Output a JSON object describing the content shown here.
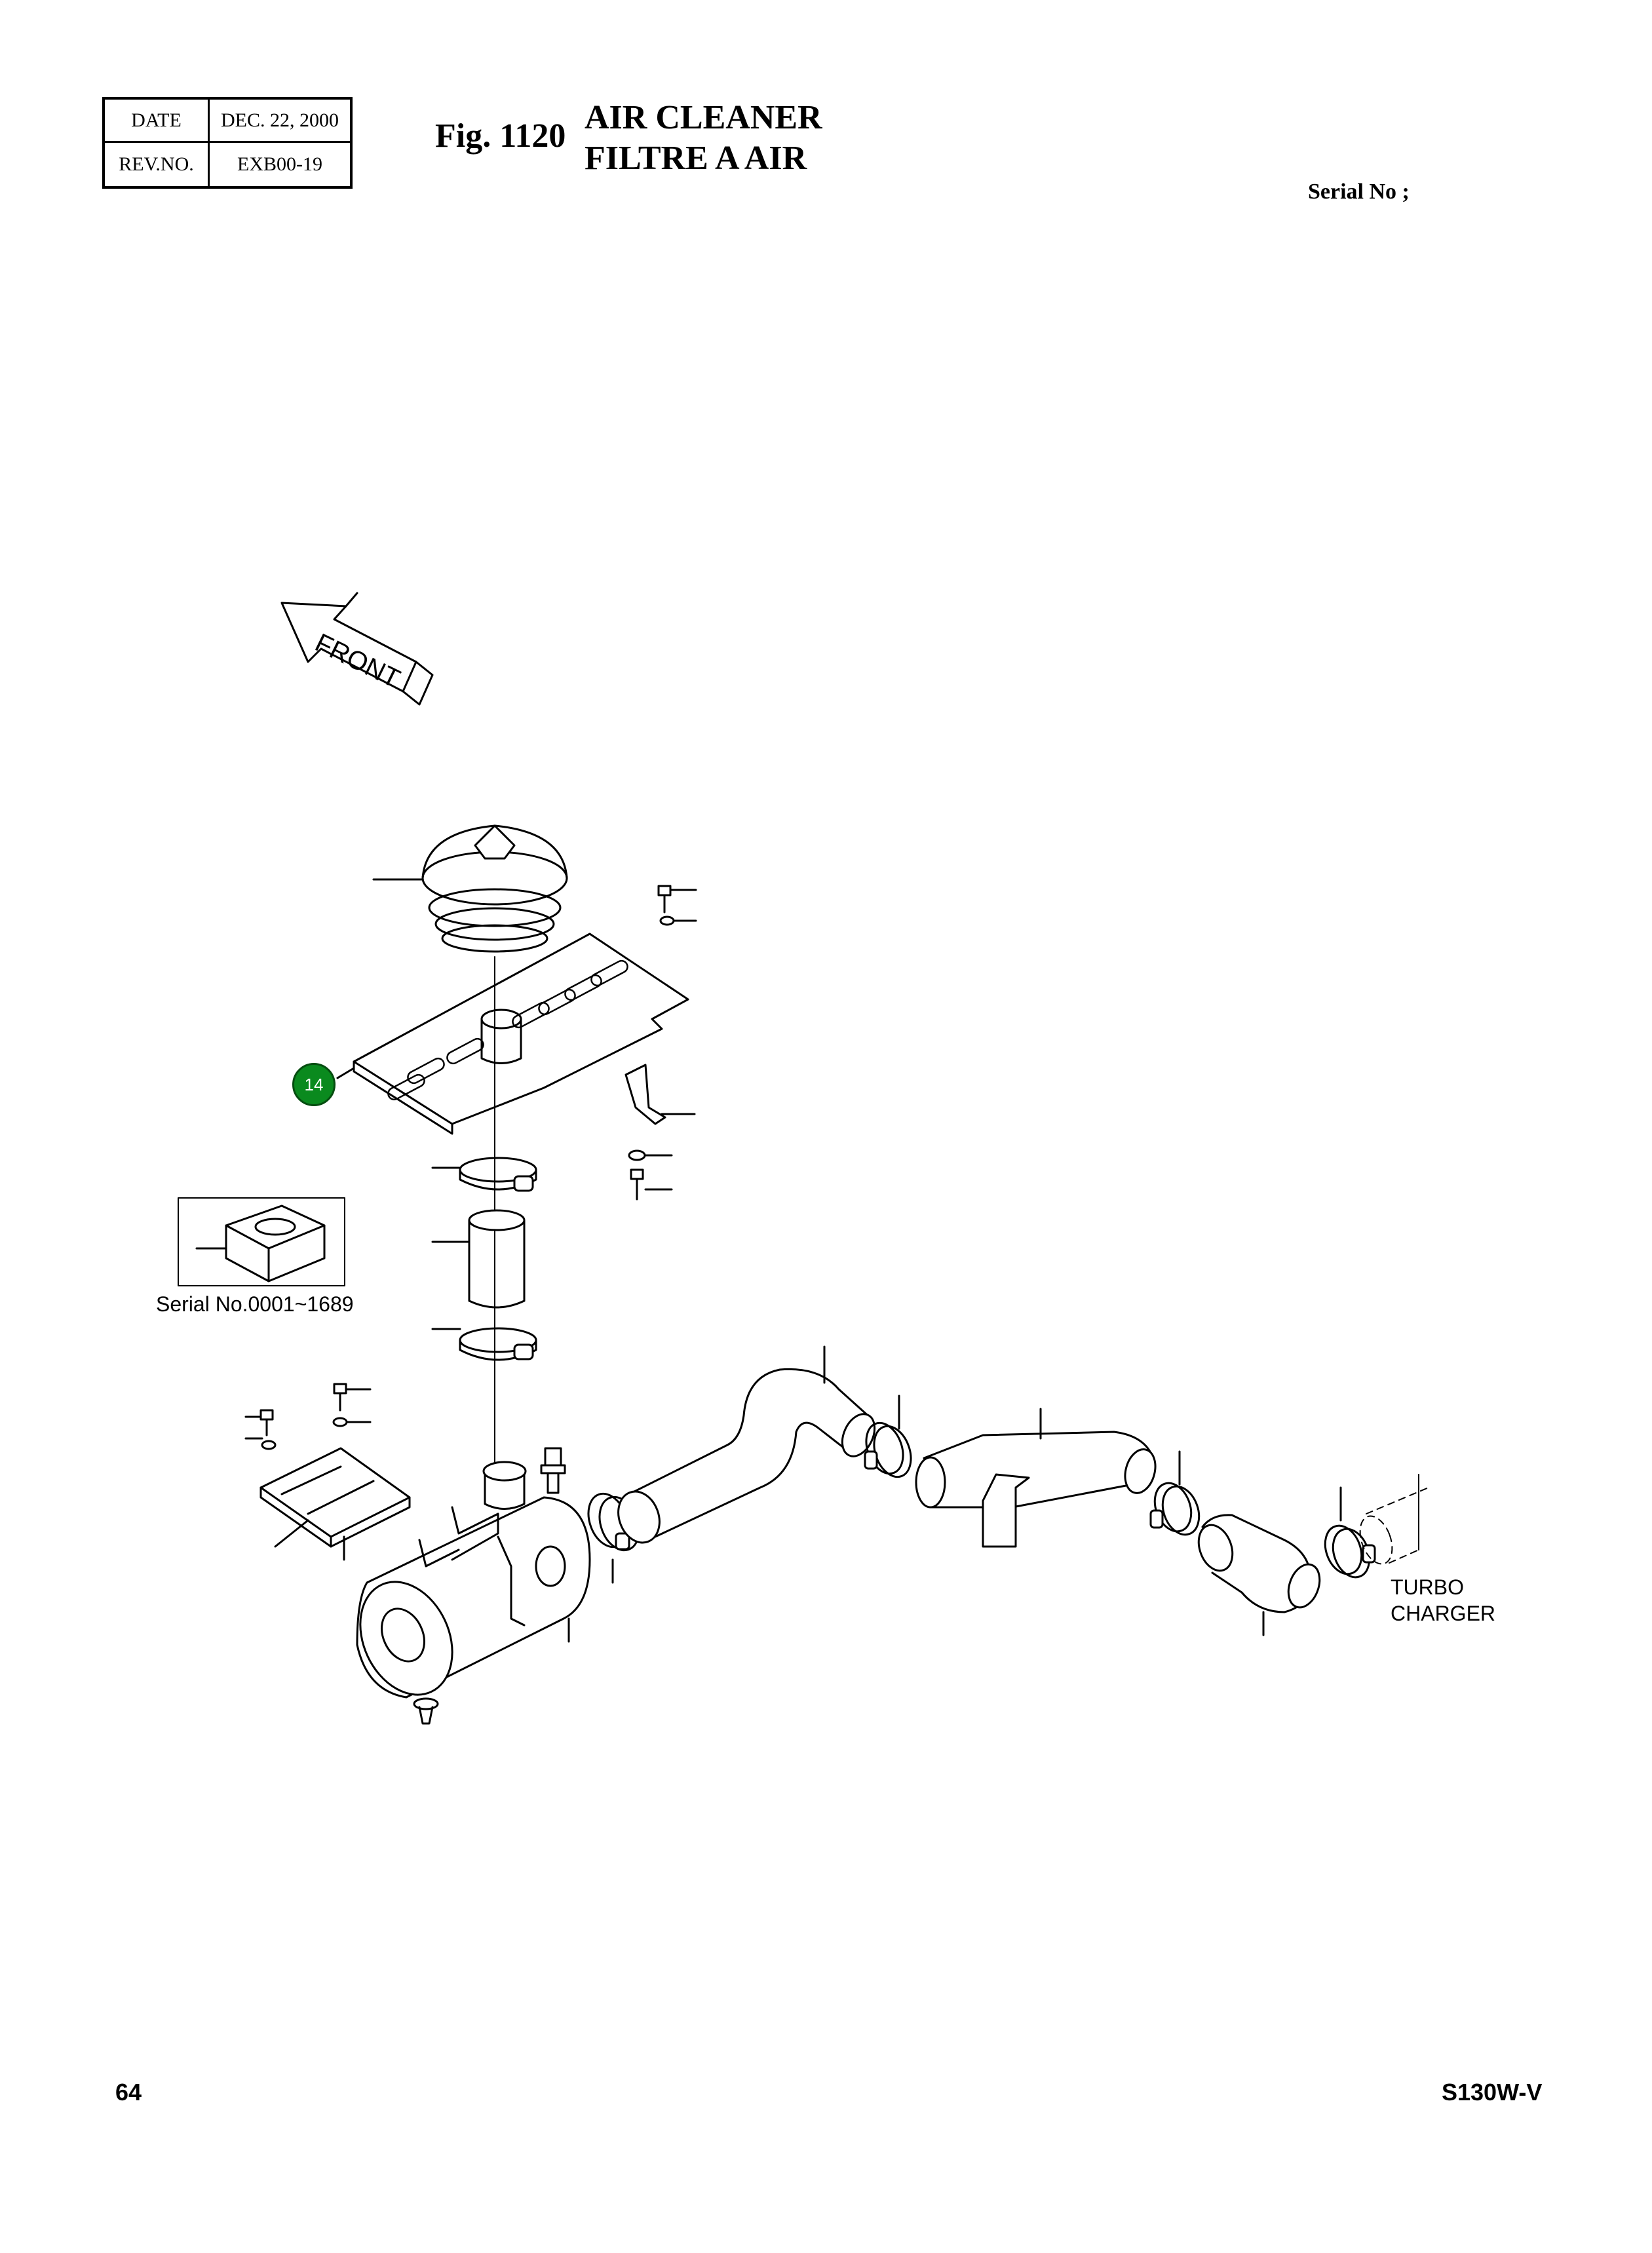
{
  "header": {
    "date_label": "DATE",
    "date_value": "DEC. 22, 2000",
    "rev_label": "REV.NO.",
    "rev_value": "EXB00-19",
    "figure_number": "Fig. 1120",
    "title_en": "AIR CLEANER",
    "title_fr": "FILTRE A AIR",
    "serial_label": "Serial No ;"
  },
  "diagram": {
    "front_label": "FRONT",
    "inset_serial_range": "Serial No.0001~1689",
    "turbo_label_line1": "TURBO",
    "turbo_label_line2": "CHARGER",
    "callout_number": "14",
    "callout_color": "#0a8a1e"
  },
  "footer": {
    "page_number": "64",
    "model": "S130W-V"
  }
}
